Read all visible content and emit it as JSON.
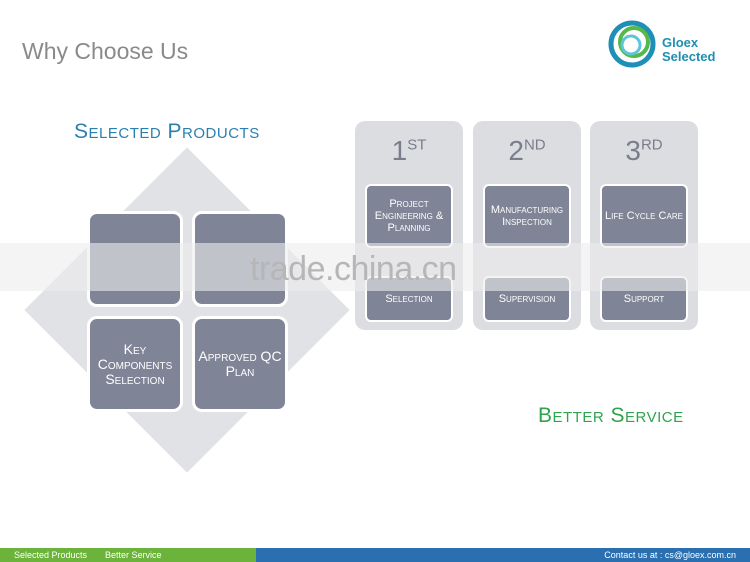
{
  "page": {
    "title": "Why Choose Us"
  },
  "logo": {
    "line1": "Gloex",
    "line2": "Selected"
  },
  "selected_products": {
    "heading": "Selected Products",
    "tiles": [
      {
        "label": ""
      },
      {
        "label": ""
      },
      {
        "label": "Key Components Selection"
      },
      {
        "label": "Approved QC Plan"
      }
    ]
  },
  "better_service": {
    "heading": "Better Service",
    "columns": [
      {
        "rank_num": "1",
        "rank_sup": "ST",
        "top": "Project Engineering & Planning",
        "bottom": "Selection"
      },
      {
        "rank_num": "2",
        "rank_sup": "ND",
        "top": "Manufacturing Inspection",
        "bottom": "Supervision"
      },
      {
        "rank_num": "3",
        "rank_sup": "RD",
        "top": "Life Cycle Care",
        "bottom": "Support"
      }
    ]
  },
  "watermark": "trade.china.cn",
  "footer": {
    "left1": "Selected  Products",
    "left2": "Better  Service",
    "contact": "Contact us at :  cs@gloex.com.cn"
  },
  "colors": {
    "tile": "#7f8496",
    "blue_heading": "#2b7fb0",
    "green_heading": "#2fa34e",
    "footer_green": "#6bb33a",
    "footer_blue": "#2a6fb0"
  }
}
